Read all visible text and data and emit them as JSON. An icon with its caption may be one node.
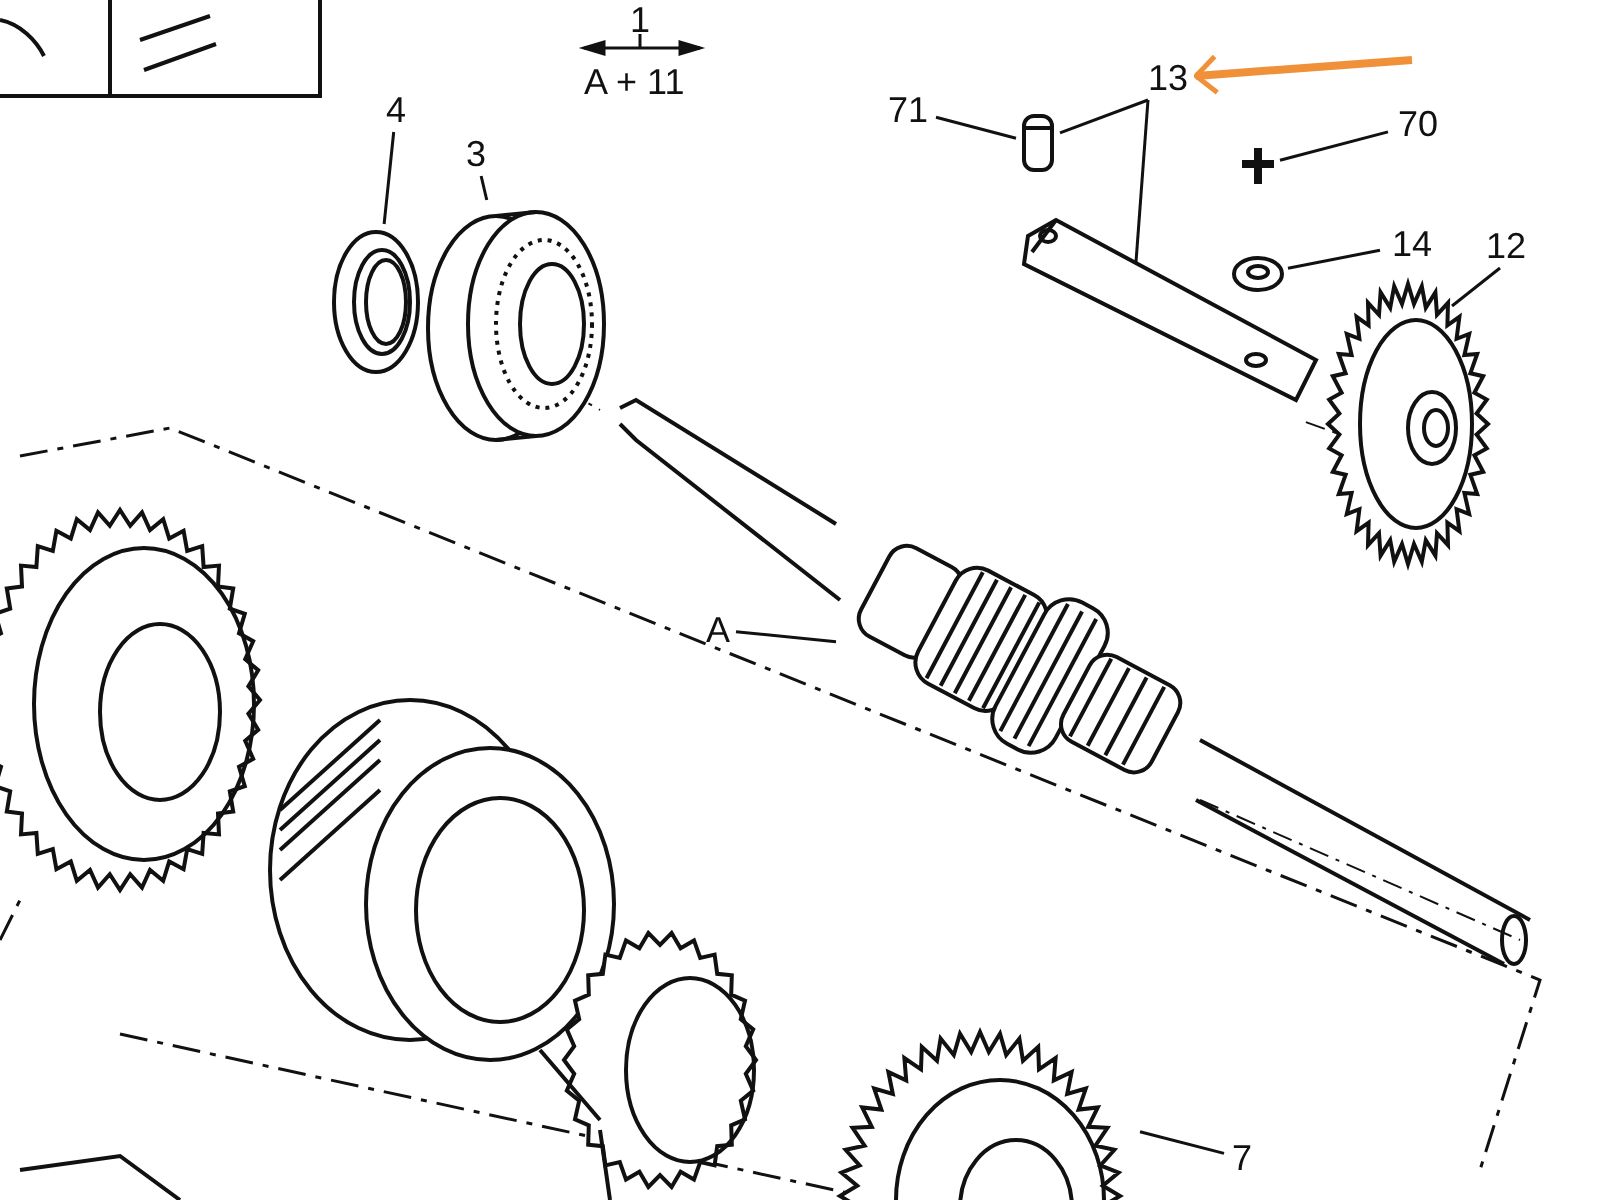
{
  "diagram": {
    "nodes": [
      {
        "text": [
          "4"
        ]
      },
      {
        "text": [],
        "shape": "picture"
      },
      {
        "text": [
          "3"
        ]
      },
      {
        "text": [],
        "shape": "picture"
      },
      {
        "text": [
          "71"
        ]
      },
      {
        "text": [],
        "shape": "picture"
      },
      {
        "text": [
          "13"
        ]
      },
      {
        "text": [],
        "shape": "picture"
      },
      {
        "text": [
          "70"
        ]
      },
      {
        "text": [],
        "shape": "picture"
      },
      {
        "text": [
          "14"
        ]
      },
      {
        "text": [],
        "shape": "picture"
      },
      {
        "text": [
          "12"
        ]
      },
      {
        "text": [],
        "shape": "picture"
      },
      {
        "text": [
          "A"
        ]
      },
      {
        "text": [],
        "shape": "picture"
      },
      {
        "text": [
          "7"
        ]
      },
      {
        "text": [],
        "shape": "picture"
      }
    ],
    "edges": [
      {
        "from": 0,
        "to": 1,
        "arrow": "none"
      },
      {
        "from": 2,
        "to": 3,
        "arrow": "none"
      },
      {
        "from": 4,
        "to": 5,
        "arrow": "none"
      },
      {
        "from": 6,
        "to": 5,
        "arrow": "none"
      },
      {
        "from": 6,
        "to": 7,
        "arrow": "none"
      },
      {
        "from": 8,
        "to": 9,
        "arrow": "none"
      },
      {
        "from": 10,
        "to": 11,
        "arrow": "none"
      },
      {
        "from": 12,
        "to": 13,
        "arrow": "none"
      },
      {
        "from": 14,
        "to": 15,
        "arrow": "none"
      },
      {
        "from": 16,
        "to": 17,
        "arrow": "none"
      },
      {
        "from": null,
        "to": 6,
        "arrow": "to",
        "style": "thick",
        "color": "#f0913a"
      }
    ],
    "labels": [
      "1",
      "A + 11"
    ]
  }
}
